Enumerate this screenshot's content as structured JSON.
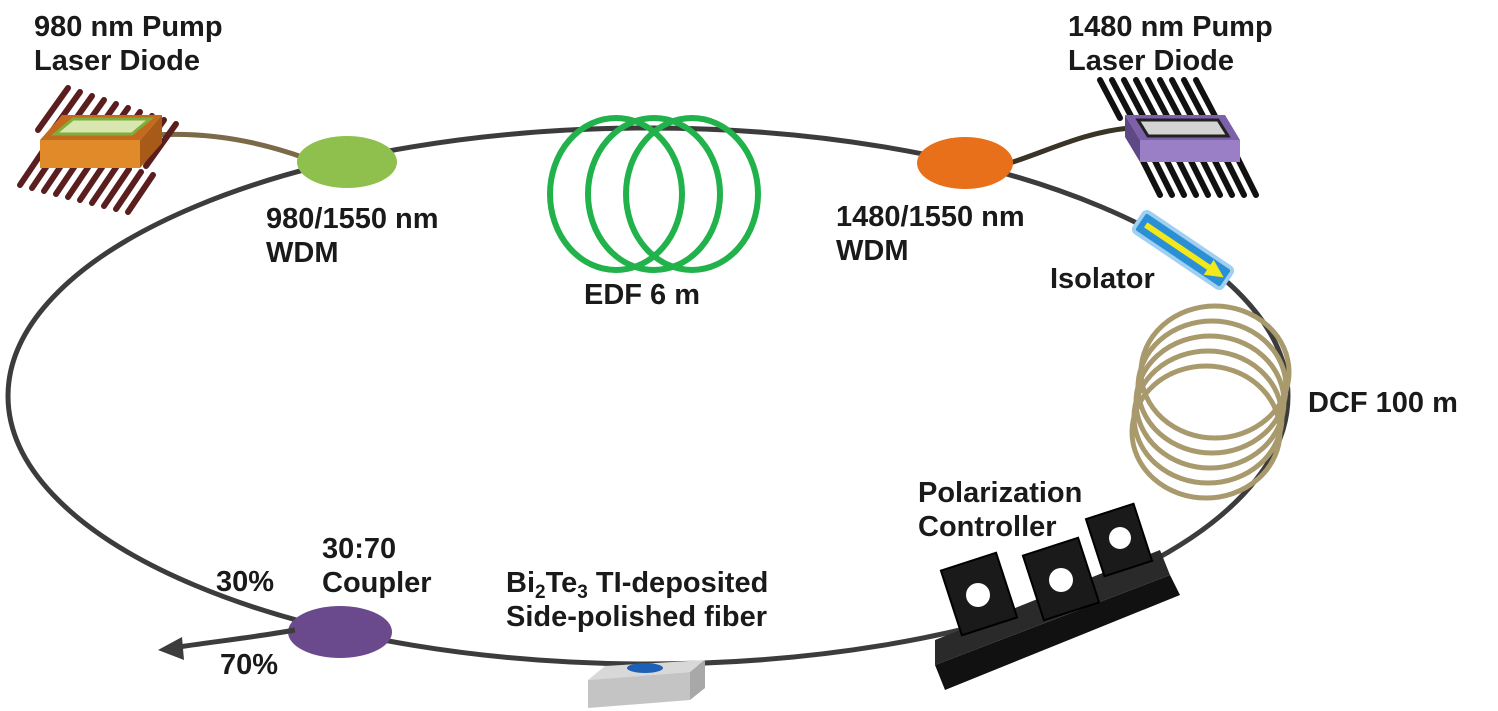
{
  "labels": {
    "pump980": [
      "980 nm Pump",
      "Laser Diode"
    ],
    "pump1480": [
      "1480 nm Pump",
      "Laser Diode"
    ],
    "wdm980": [
      "980/1550 nm",
      "WDM"
    ],
    "wdm1480": [
      "1480/1550 nm",
      "WDM"
    ],
    "edf": "EDF 6 m",
    "isolator": "Isolator",
    "dcf": "DCF 100 m",
    "polarization": [
      "Polarization",
      "Controller"
    ],
    "coupler": [
      "30:70",
      "Coupler"
    ],
    "port30": "30%",
    "port70": "70%",
    "ti": {
      "bi": "Bi",
      "sub2": "2",
      "te": "Te",
      "sub3": "3",
      "rest": " TI-deposited",
      "line2": "Side-polished fiber"
    }
  },
  "colors": {
    "ring": "#3c3c3c",
    "edf": "#21b24b",
    "dcf": "#a89a6c",
    "wdm980": "#8fbf4d",
    "wdm1480": "#e8701a",
    "coupler": "#6a4a8c",
    "isolator_body": "#2b8fd6",
    "isolator_arrow": "#f2e81a",
    "pump980_body": "#e08a2a",
    "pump980_pins": "#5a1e1e",
    "pump1480_body": "#9a7ec6",
    "pump1480_pins": "#111111",
    "ti_patch": "#1e5fb8"
  }
}
